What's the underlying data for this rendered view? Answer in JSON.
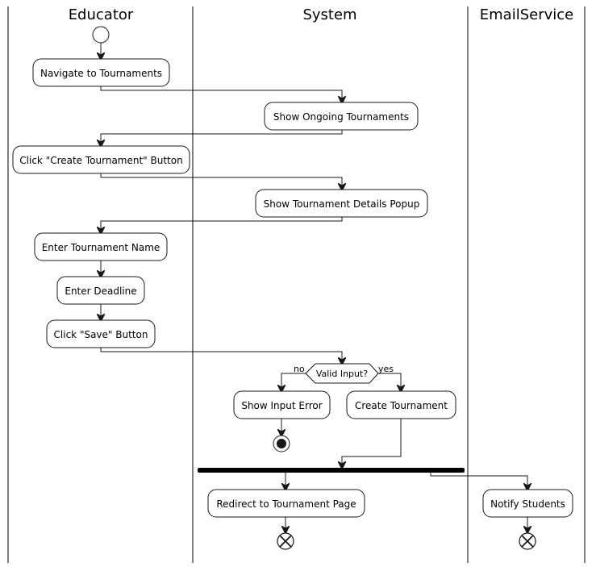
{
  "swimlanes": [
    {
      "title": "Educator"
    },
    {
      "title": "System"
    },
    {
      "title": "EmailService"
    }
  ],
  "activities": {
    "navigate": "Navigate to Tournaments",
    "show_ongoing": "Show Ongoing Tournaments",
    "click_create": "Click \"Create Tournament\" Button",
    "show_popup": "Show Tournament Details Popup",
    "enter_name": "Enter Tournament Name",
    "enter_deadline": "Enter Deadline",
    "click_save": "Click \"Save\" Button",
    "show_error": "Show Input Error",
    "create": "Create Tournament",
    "redirect": "Redirect to Tournament Page",
    "notify": "Notify Students"
  },
  "decision": {
    "label": "Valid Input?",
    "no_label": "no",
    "yes_label": "yes"
  },
  "colors": {
    "line": "#181818",
    "background": "#ffffff"
  }
}
